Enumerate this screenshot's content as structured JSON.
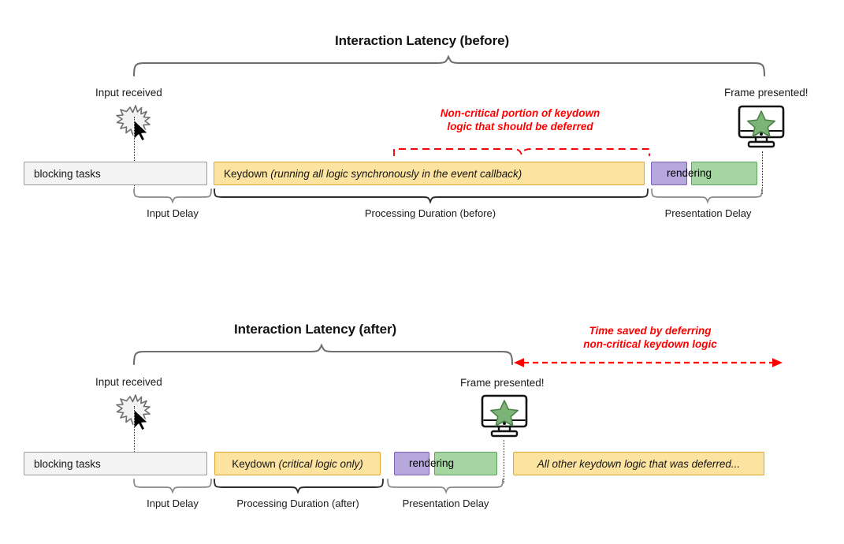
{
  "meta": {
    "accent_red": "#ff0000",
    "yellow_fill": "#fde3a0",
    "yellow_border": "#e0a62f",
    "purple_fill": "#b6a7dd",
    "purple_border": "#7b61b5",
    "green_fill": "#a5d6a1",
    "green_border": "#5da35a",
    "grey_fill": "#f4f4f4",
    "grey_border": "#9a9a9a"
  },
  "before": {
    "title": "Interaction Latency (before)",
    "input_label": "Input received",
    "frame_label": "Frame presented!",
    "red_note_line1": "Non-critical portion of keydown",
    "red_note_line2": "logic that should be deferred",
    "bars": {
      "blocking": "blocking tasks",
      "keydown_prefix": "Keydown ",
      "keydown_italic": "(running all logic synchronously in the event callback)",
      "rendering": "rendering"
    },
    "brackets": [
      {
        "label": "Input Delay"
      },
      {
        "label": "Processing Duration (before)"
      },
      {
        "label": "Presentation Delay"
      }
    ],
    "icons": {
      "input": "burst-cursor-icon",
      "frame": "monitor-star-icon"
    }
  },
  "after": {
    "title": "Interaction Latency (after)",
    "input_label": "Input received",
    "frame_label": "Frame presented!",
    "red_note_line1": "Time saved by deferring",
    "red_note_line2": "non-critical keydown logic",
    "bars": {
      "blocking": "blocking tasks",
      "keydown_prefix": "Keydown ",
      "keydown_italic": "(critical logic only)",
      "rendering": "rendering",
      "deferred": "All other keydown logic that was deferred..."
    },
    "brackets": [
      {
        "label": "Input Delay"
      },
      {
        "label": "Processing Duration (after)"
      },
      {
        "label": "Presentation Delay"
      }
    ],
    "icons": {
      "input": "burst-cursor-icon",
      "frame": "monitor-star-icon"
    }
  }
}
